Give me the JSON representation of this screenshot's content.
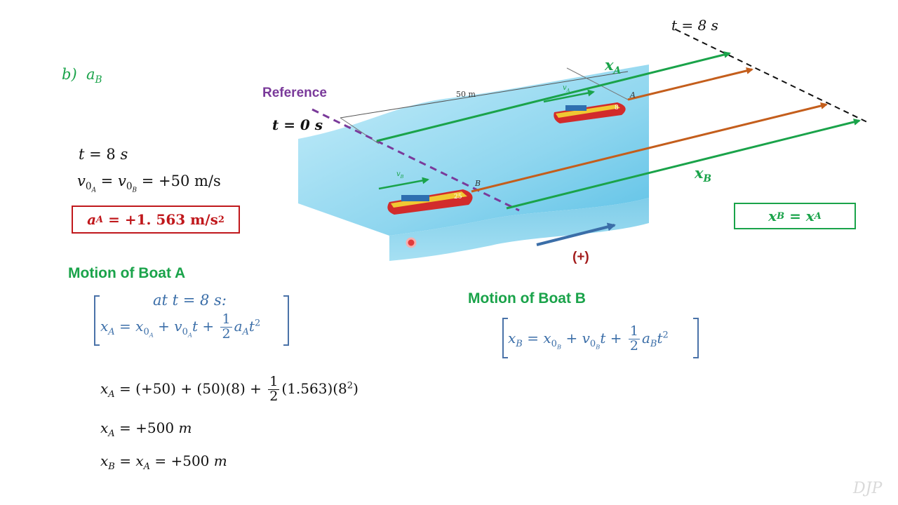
{
  "part_label": "b)",
  "part_var": "a",
  "part_sub": "B",
  "given": {
    "t_lhs": "t",
    "t_val": "= 8",
    "t_unit": "s",
    "v_lhs": "v",
    "v_sub1": "0",
    "v_subsub1": "A",
    "v_eq": "=",
    "v_sub2": "0",
    "v_subsub2": "B",
    "v_val": "= +50 m/s",
    "a_box": "a",
    "a_box_sub": "A",
    "a_box_val": "= +1. 563 m/s",
    "a_box_exp": "2"
  },
  "diagram": {
    "reference_label": "Reference",
    "t0_label": "t = 0 s",
    "t8_label": "t = 8 s",
    "distance_label": "50 m",
    "xA_label": "x",
    "xA_sub": "A",
    "xB_label": "x",
    "xB_sub": "B",
    "positive_label": "(+)",
    "point_A": "A",
    "point_B": "B",
    "vA_label": "v",
    "vB_label": "v",
    "boat_a_number": "8",
    "boat_b_number": "25",
    "equal_box": "x",
    "equal_box_sub1": "B",
    "equal_box_eq": "= x",
    "equal_box_sub2": "A"
  },
  "boat_a": {
    "heading": "Motion of Boat A",
    "at_line": "at t = 8 s:",
    "eq_x": "x",
    "eq_x_sub": "A",
    "eq_rhs1": "= x",
    "eq_x0_sub": "0",
    "eq_x0_subsub": "A",
    "eq_plus_v": "+ v",
    "eq_v0_sub": "0",
    "eq_v0_subsub": "A",
    "eq_t": "t +",
    "frac_num": "1",
    "frac_den": "2",
    "eq_a": "a",
    "eq_a_sub": "A",
    "eq_t2": "t",
    "eq_t2_exp": "2"
  },
  "boat_b": {
    "heading": "Motion of Boat B",
    "eq_x": "x",
    "eq_x_sub": "B",
    "eq_rhs1": "= x",
    "eq_x0_sub": "0",
    "eq_x0_subsub": "B",
    "eq_plus_v": "+ v",
    "eq_v0_sub": "0",
    "eq_v0_subsub": "B",
    "eq_t": "t +",
    "frac_num": "1",
    "frac_den": "2",
    "eq_a": "a",
    "eq_a_sub": "B",
    "eq_t2": "t",
    "eq_t2_exp": "2"
  },
  "work": {
    "line1_lhs": "x",
    "line1_sub": "A",
    "line1_rhs": "= (+50) +  (50)(8) + ",
    "line1_frac_num": "1",
    "line1_frac_den": "2",
    "line1_tail": "(1.563)(8",
    "line1_tail_exp": "2",
    "line1_close": ")",
    "line2_lhs": "x",
    "line2_sub": "A",
    "line2_rhs": "= +500 ",
    "line2_unit": "m",
    "line3_lhs": "x",
    "line3_sub": "B",
    "line3_mid": "= x",
    "line3_sub2": "A",
    "line3_rhs": "=  +500 ",
    "line3_unit": "m"
  },
  "watermark": "DJP",
  "colors": {
    "green": "#1aa34a",
    "blue": "#3b6ea8",
    "red": "#c0181c",
    "orange": "#c45e1c",
    "purple": "#7a3a9a",
    "water": "#8fd6ef"
  }
}
